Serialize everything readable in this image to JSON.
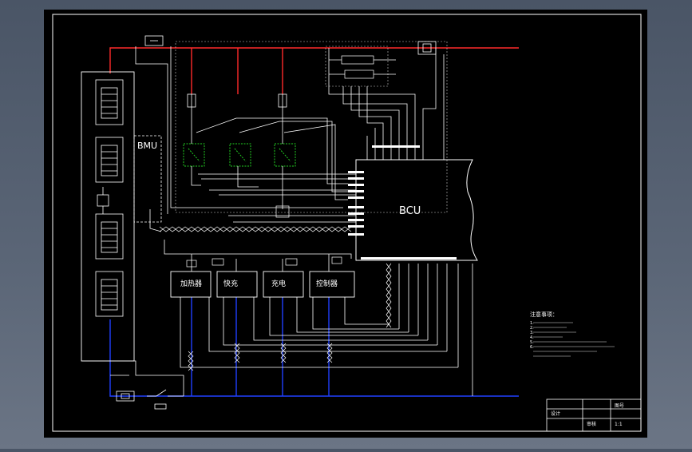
{
  "modules": {
    "bmu": "BMU",
    "bcu": "BCU",
    "heater": "加热器",
    "fast_charge": "快充",
    "charge": "充电",
    "controller": "控制器"
  },
  "notes": {
    "title": "注意事项：",
    "lines": [
      "1.",
      "2.",
      "3.",
      "4.",
      "5.",
      "6."
    ]
  },
  "title_block": {
    "drawing_no": "图号",
    "scale": "1:1",
    "designer": "设计",
    "checker": "审核"
  },
  "colors": {
    "background": "#000000",
    "wire": "#ffffff",
    "hv_positive": "#ff2a2a",
    "hv_negative": "#2040ff",
    "relay": "#22cc22"
  }
}
